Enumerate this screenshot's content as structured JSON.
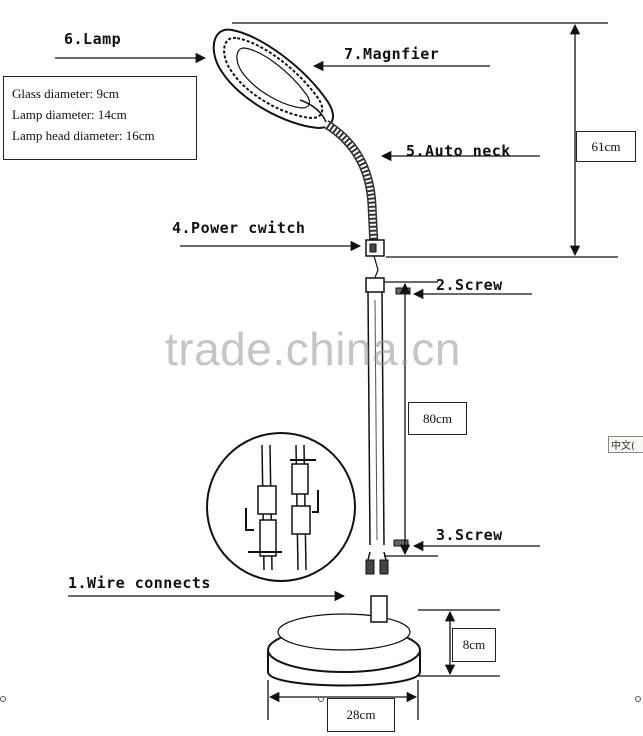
{
  "labels": {
    "lamp": "6.Lamp",
    "magnifier": "7.Magnfier",
    "auto_neck": "5.Auto neck",
    "power_switch": "4.Power cwitch",
    "screw_top": "2.Screw",
    "screw_bottom": "3.Screw",
    "wire_connects": "1.Wire connects"
  },
  "specs": {
    "glass_diameter": "Glass diameter: 9cm",
    "lamp_diameter": "Lamp diameter: 14cm",
    "lamp_head_diameter": "Lamp head diameter: 16cm"
  },
  "dimensions": {
    "height_top": "61cm",
    "pole_length": "80cm",
    "base_height": "8cm",
    "base_width": "28cm"
  },
  "watermark": "trade.china.cn",
  "corner_tag": "中文(",
  "colors": {
    "line": "#111111",
    "watermark": "#969696"
  }
}
